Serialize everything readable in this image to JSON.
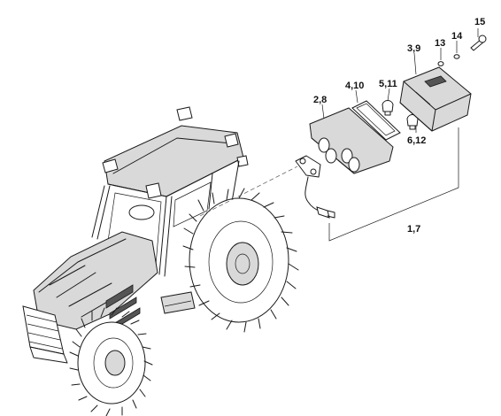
{
  "diagram": {
    "callouts": {
      "c15": "15",
      "c14": "14",
      "c13": "13",
      "c39": "3,9",
      "c511": "5,11",
      "c410": "4,10",
      "c28": "2,8",
      "c612": "6,12",
      "c17": "1,7"
    }
  }
}
